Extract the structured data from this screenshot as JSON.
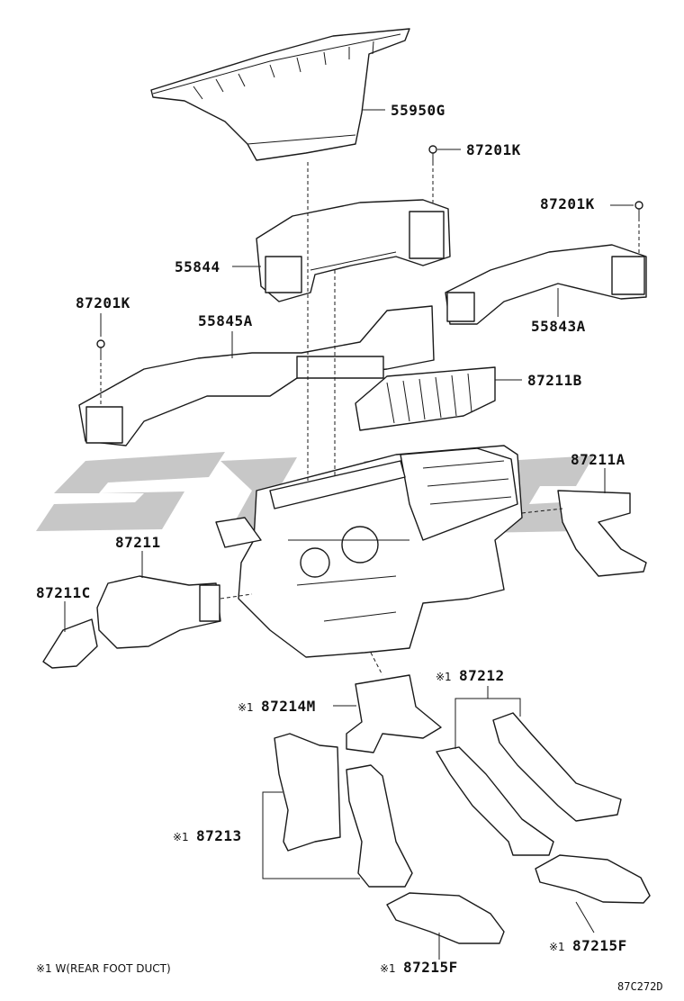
{
  "mark_symbol": "※1",
  "labels": {
    "p55950g": "55950G",
    "p87201k_a": "87201K",
    "p87201k_b": "87201K",
    "p87201k_c": "87201K",
    "p55844": "55844",
    "p55843a": "55843A",
    "p55845a": "55845A",
    "p87211b": "87211B",
    "p87211a": "87211A",
    "p87211": "87211",
    "p87211c": "87211C",
    "p87212": "87212",
    "p87214m": "87214M",
    "p87213": "87213",
    "p87215f_a": "87215F",
    "p87215f_b": "87215F"
  },
  "footnote": "※1 W(REAR FOOT DUCT)",
  "diagram_code": "87C272D",
  "watermark_color": "#bdbdbd"
}
